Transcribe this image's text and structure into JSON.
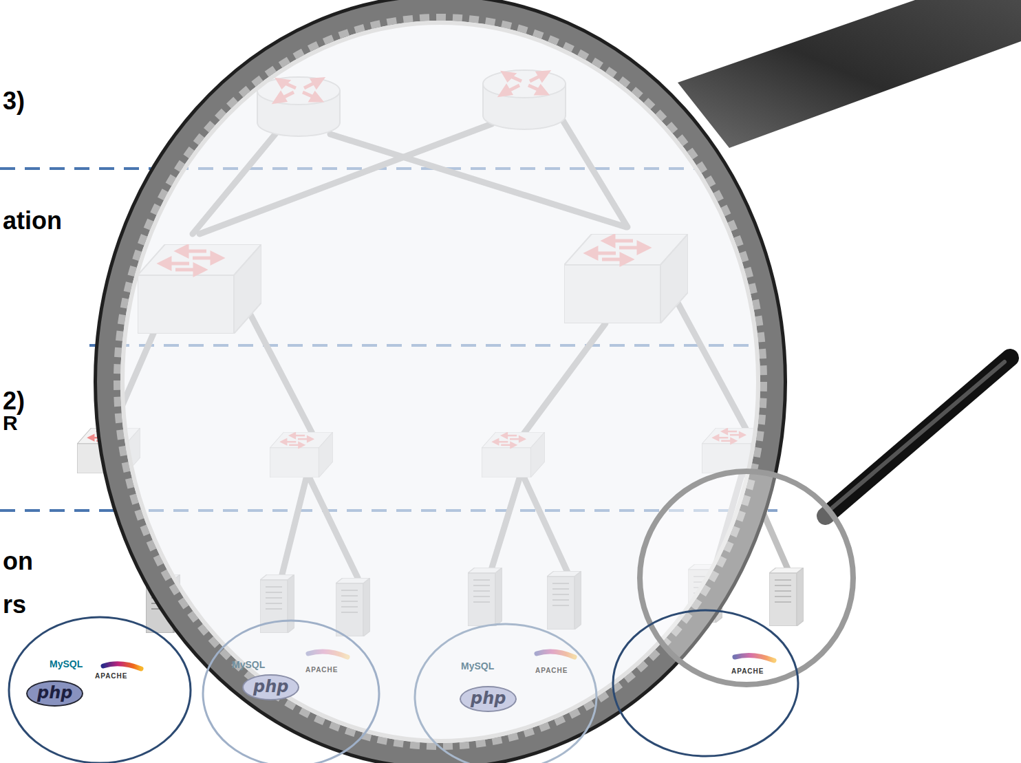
{
  "diagram": {
    "nodes": [
      {
        "text": [
          "MySQL",
          "php",
          "APACHE"
        ]
      },
      {
        "text": [
          "MySQL",
          "php",
          "APACHE"
        ]
      },
      {
        "text": [
          "MySQL",
          "php",
          "APACHE"
        ]
      },
      {
        "text": [
          "APACHE"
        ]
      }
    ],
    "labels": [
      "3)",
      "ation",
      "2)",
      "R",
      "on",
      "rs"
    ]
  }
}
